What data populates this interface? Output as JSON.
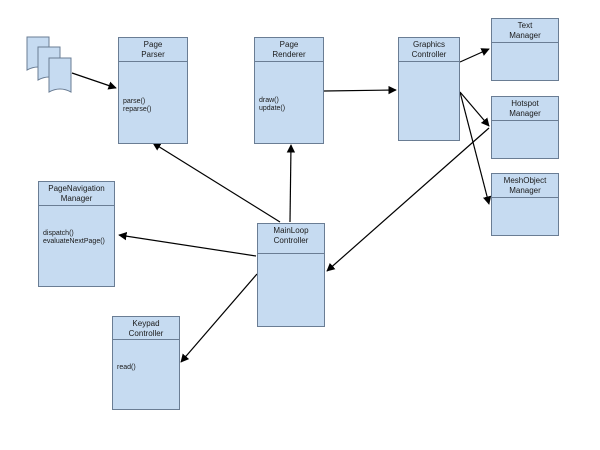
{
  "colors": {
    "box_fill": "#c6dbf1",
    "box_border": "#6a7d94",
    "arrow": "#000000",
    "doc_fill": "#c6dbf1"
  },
  "classes": {
    "page_parser": {
      "name1": "Page",
      "name2": "Parser",
      "op1": "parse()",
      "op2": "reparse()"
    },
    "page_renderer": {
      "name1": "Page",
      "name2": "Renderer",
      "op1": "draw()",
      "op2": "update()"
    },
    "graphics_controller": {
      "name1": "Graphics",
      "name2": "Controller"
    },
    "text_manager": {
      "name1": "Text",
      "name2": "Manager"
    },
    "hotspot_manager": {
      "name1": "Hotspot",
      "name2": "Manager"
    },
    "meshobject_manager": {
      "name1": "MeshObject",
      "name2": "Manager"
    },
    "pagenavigation_manager": {
      "name1": "PageNavigation",
      "name2": "Manager",
      "op1": "dispatch()",
      "op2": "evaluateNextPage()"
    },
    "mainloop_controller": {
      "name1": "MainLoop",
      "name2": "Controller"
    },
    "keypad_controller": {
      "name1": "Keypad",
      "name2": "Controller",
      "op1": "read()"
    }
  }
}
